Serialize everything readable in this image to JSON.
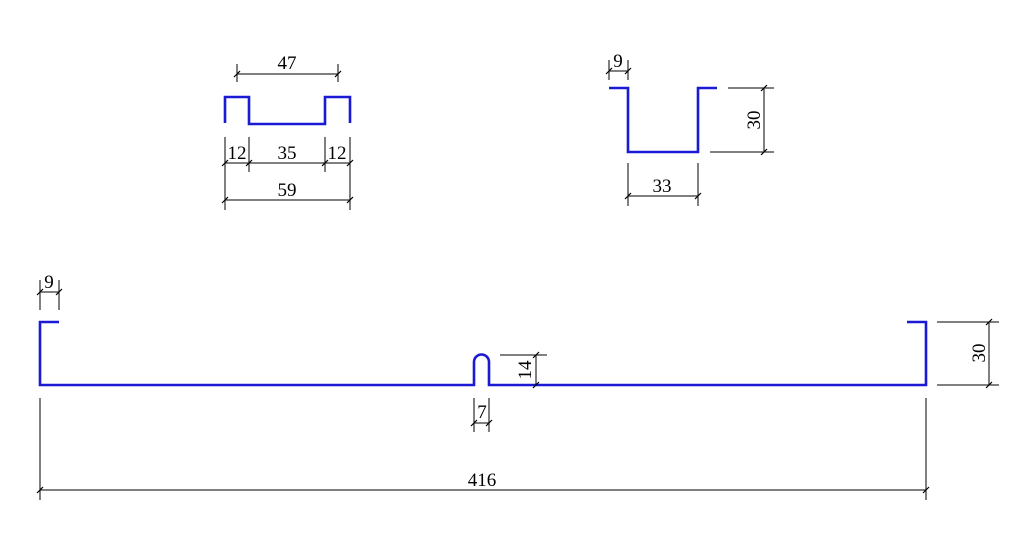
{
  "colors": {
    "profile": "#1a1ad6",
    "dimension": "#000000",
    "background": "#ffffff"
  },
  "detail_top_left": {
    "dim_top": "47",
    "dim_left_lip": "12",
    "dim_middle": "35",
    "dim_right_lip": "12",
    "dim_overall": "59"
  },
  "detail_top_right": {
    "dim_lip": "9",
    "dim_height": "30",
    "dim_width": "33"
  },
  "main_section": {
    "dim_edge_lip": "9",
    "dim_rib_height": "14",
    "dim_rib_width": "7",
    "dim_total_width": "416",
    "dim_height": "30"
  }
}
